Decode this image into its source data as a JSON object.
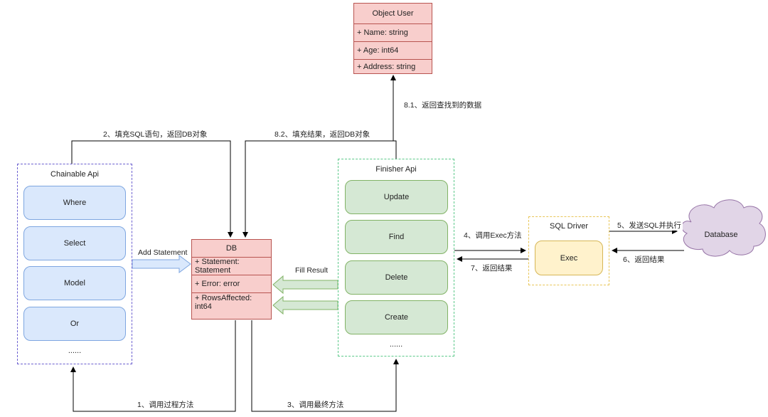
{
  "object_user": {
    "title": "Object User",
    "fields": [
      "+ Name: string",
      "+ Age: int64",
      "+ Address: string"
    ]
  },
  "db": {
    "title": "DB",
    "fields": [
      "+ Statement: Statement",
      "+ Error: error",
      "+ RowsAffected: int64"
    ]
  },
  "chainable": {
    "title": "Chainable Api",
    "items": [
      "Where",
      "Select",
      "Model",
      "Or"
    ],
    "more": "......"
  },
  "finisher": {
    "title": "Finisher Api",
    "items": [
      "Update",
      "Find",
      "Delete",
      "Create"
    ],
    "more": "......"
  },
  "driver": {
    "title": "SQL Driver",
    "exec": "Exec"
  },
  "database": {
    "label": "Database"
  },
  "labels": {
    "add_statement": "Add Statement",
    "fill_result": "Fill Result",
    "step1": "1、调用过程方法",
    "step2": "2、填充SQL语句，返回DB对象",
    "step3": "3、调用最终方法",
    "step4": "4、调用Exec方法",
    "step5": "5、发送SQL并执行",
    "step6": "6、返回结果",
    "step7": "7、返回结果",
    "step8_1": "8.1、返回查找到的数据",
    "step8_2": "8.2、填充结果，返回DB对象"
  },
  "colors": {
    "blue_fill": "#dae8fc",
    "blue_stroke": "#7ea6e0",
    "green_fill": "#d5e8d4",
    "green_stroke": "#82b366",
    "red_fill": "#f8cecc",
    "red_stroke": "#b85450",
    "yellow_fill": "#fff2cc",
    "yellow_stroke": "#d6b656",
    "purple_fill": "#e1d5e7",
    "purple_stroke": "#9673a6"
  }
}
